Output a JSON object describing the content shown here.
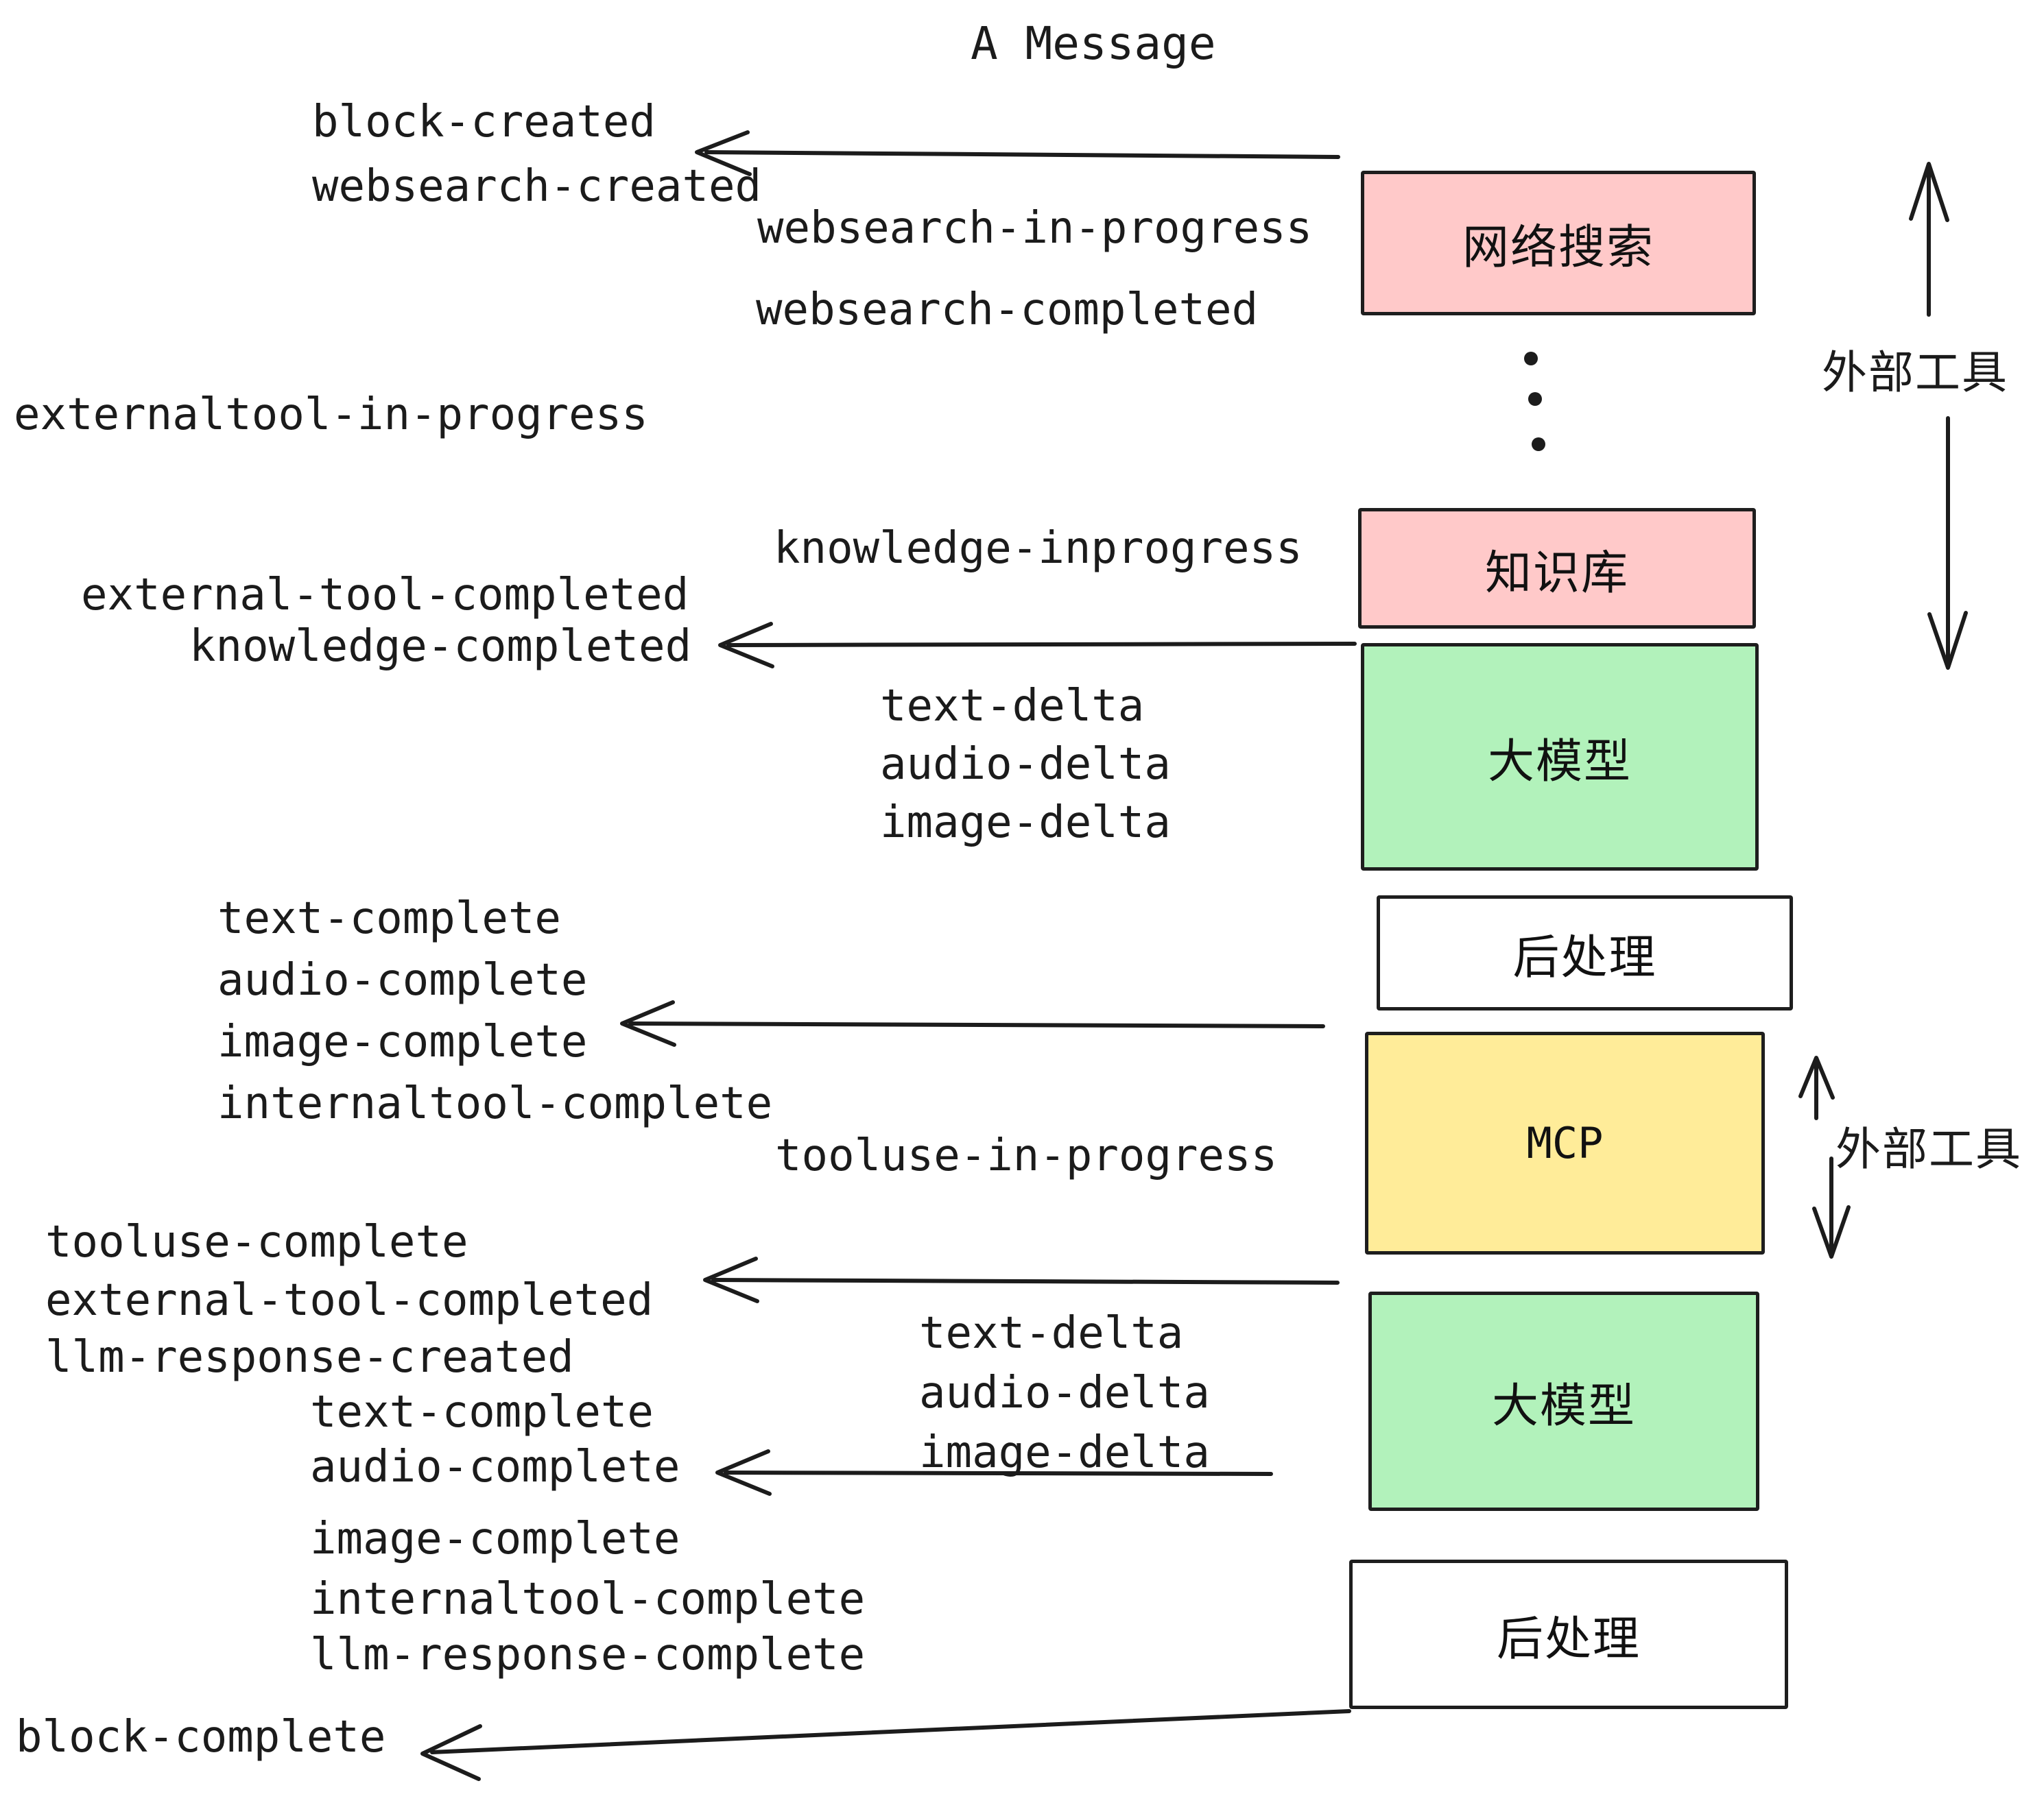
{
  "title": "A Message",
  "events": {
    "block_created": "block-created",
    "websearch_created": "websearch-created",
    "websearch_in_progress": "websearch-in-progress",
    "websearch_completed": "websearch-completed",
    "externaltool_in_progress": "externaltool-in-progress",
    "knowledge_inprogress": "knowledge-inprogress",
    "external_tool_completed": "external-tool-completed",
    "knowledge_completed": "knowledge-completed",
    "text_delta": "text-delta",
    "audio_delta": "audio-delta",
    "image_delta": "image-delta",
    "text_complete": "text-complete",
    "audio_complete": "audio-complete",
    "image_complete": "image-complete",
    "internaltool_complete": "internaltool-complete",
    "tooluse_in_progress": "tooluse-in-progress",
    "tooluse_complete": "tooluse-complete",
    "llm_response_created": "llm-response-created",
    "llm_response_complete": "llm-response-complete",
    "block_complete": "block-complete"
  },
  "boxes": {
    "websearch": {
      "label": "网络搜索",
      "fill": "#ffc9c9"
    },
    "knowledge": {
      "label": "知识库",
      "fill": "#ffc9c9"
    },
    "llm_top": {
      "label": "大模型",
      "fill": "#b2f2bb"
    },
    "postprocess_top": {
      "label": "后处理",
      "fill": "#ffffff"
    },
    "mcp": {
      "label": "MCP",
      "fill": "#ffec99"
    },
    "llm_bottom": {
      "label": "大模型",
      "fill": "#b2f2bb"
    },
    "postprocess_bottom": {
      "label": "后处理",
      "fill": "#ffffff"
    }
  },
  "annotations": {
    "external_tools_top": "外部工具",
    "external_tools_mcp": "外部工具"
  },
  "colors": {
    "pink": "#ffc9c9",
    "green": "#b2f2bb",
    "yellow": "#ffec99",
    "stroke": "#1c1c1c",
    "background": "#ffffff"
  }
}
